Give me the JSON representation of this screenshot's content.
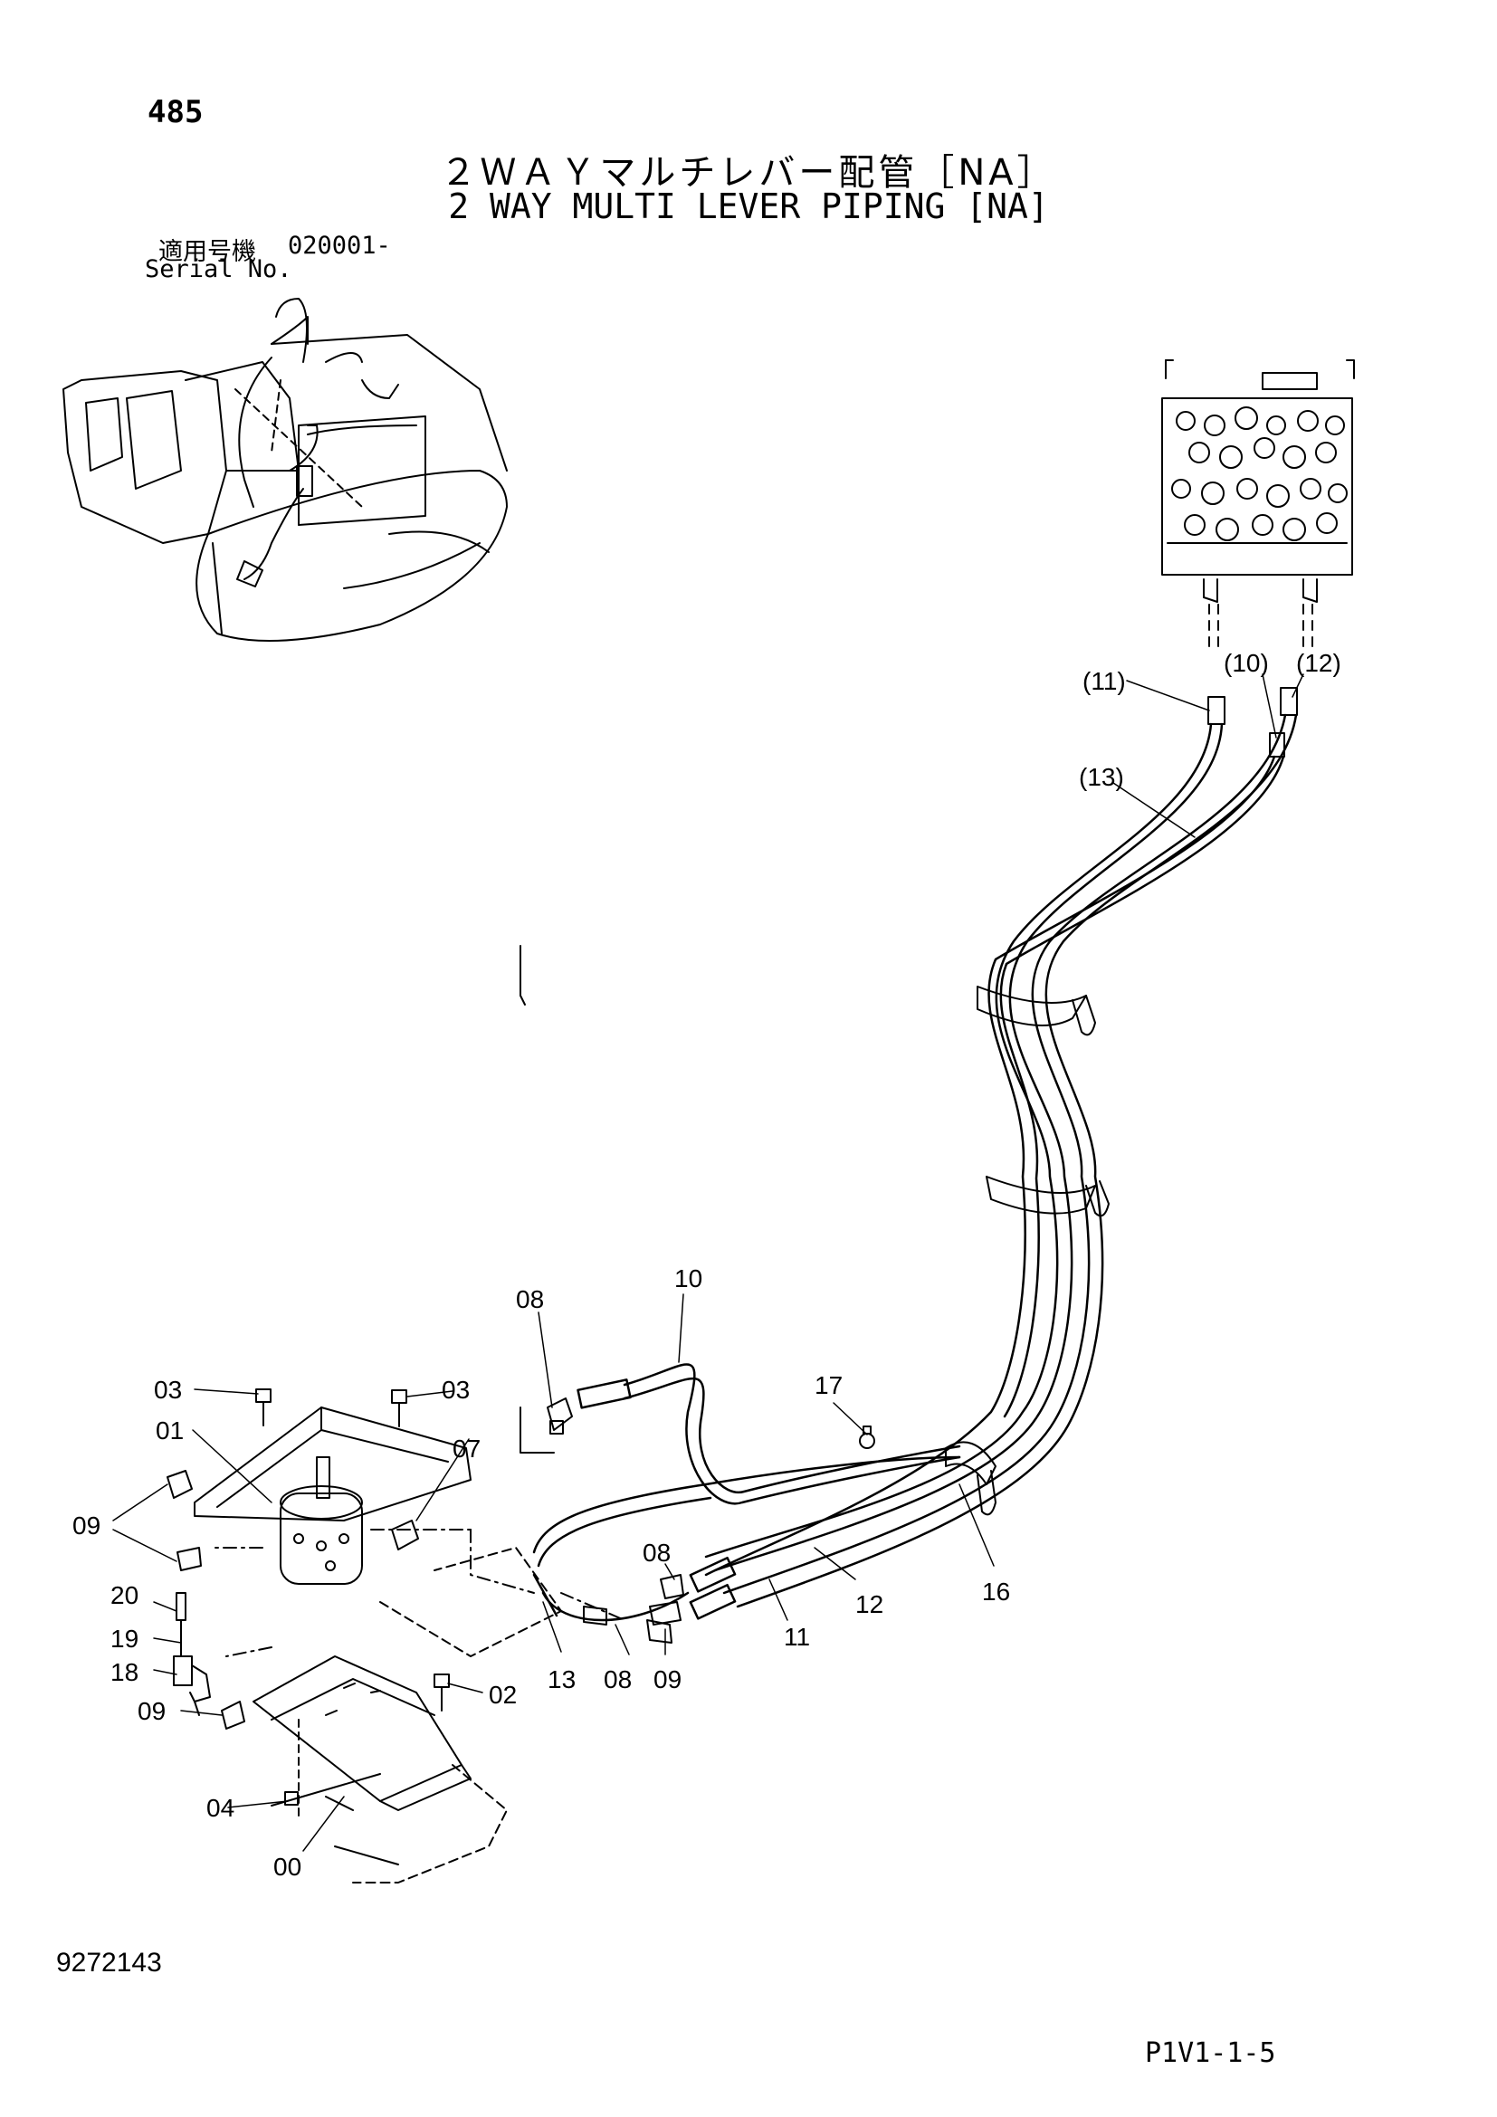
{
  "header": {
    "page_number": "485",
    "title_japanese": "２ＷＡＹマルチレバー配管［NA］",
    "title_english": "2 WAY MULTI LEVER PIPING [NA]",
    "serial_label_japanese": "適用号機",
    "serial_code": "020001-",
    "serial_label_english": "Serial No."
  },
  "footer": {
    "document_number": "9272143",
    "page_code": "P1V1-1-5"
  },
  "callouts": {
    "c00": "00",
    "c01": "01",
    "c02": "02",
    "c03a": "03",
    "c03b": "03",
    "c04": "04",
    "c07": "07",
    "c08a": "08",
    "c08b": "08",
    "c08c": "08",
    "c09a": "09",
    "c09b": "09",
    "c09c": "09",
    "c10": "10",
    "c11": "11",
    "c12": "12",
    "c13": "13",
    "c16": "16",
    "c17": "17",
    "c18": "18",
    "c19": "19",
    "c20": "20",
    "p10": "(10)",
    "p11": "(11)",
    "p12": "(12)",
    "p13": "(13)"
  }
}
